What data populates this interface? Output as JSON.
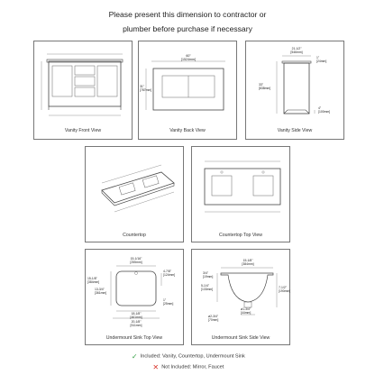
{
  "header": {
    "line1": "Please present this dimension to contractor or",
    "line2": "plumber before purchase if necessary"
  },
  "panels": {
    "front": {
      "caption": "Vanity Front View"
    },
    "back": {
      "caption": "Vanity Back View"
    },
    "side": {
      "caption": "Vanity Side View"
    },
    "countertop": {
      "caption": "Countertop"
    },
    "countertop_top": {
      "caption": "Countertop Top View"
    },
    "sink_top": {
      "caption": "Undermount Sink Top View"
    },
    "sink_side": {
      "caption": "Undermount Sink Side View"
    }
  },
  "dims": {
    "back_width": "60\"",
    "back_width_mm": "[1524mm]",
    "back_height": "31\"",
    "back_height_mm": "[787mm]",
    "side_top": "21-1/2\"",
    "side_top_mm": "[546mm]",
    "side_lip": "1\"",
    "side_lip_mm": "[24mm]",
    "side_height": "33\"",
    "side_height_mm": "[838mm]",
    "side_toe": "4\"",
    "side_toe_mm": "[100mm]",
    "sink_w1": "15-1/16\"",
    "sink_w1_mm": "[255mm]",
    "sink_h1": "15-1/8\"",
    "sink_h1_mm": "[384mm]",
    "sink_h2": "13-3/4\"",
    "sink_h2_mm": "[361mm]",
    "sink_r": "4-7/8\"",
    "sink_r_mm": "[124mm]",
    "sink_1": "1\"",
    "sink_1_mm": "[25mm]",
    "sink_w2": "18-1/8\"",
    "sink_w2_mm": "[461mm]",
    "sink_w3": "20-1/8\"",
    "sink_w3_mm": "[511mm]",
    "ss_top": "15-1/8\"",
    "ss_top_mm": "[384mm]",
    "ss_a": "3/4\"",
    "ss_a_mm": "[19mm]",
    "ss_b": "5-1/4\"",
    "ss_b_mm": "[133mm]",
    "ss_c": "7-1/2\"",
    "ss_c_mm": "[190mm]",
    "ss_d": "ø1-3/4\"",
    "ss_d_mm": "[44mm]",
    "ss_e": "ø2-3/4\"",
    "ss_e_mm": "[70mm]"
  },
  "footer": {
    "included_icon": "check-icon",
    "included": "Included: Vanity, Countertop, Undermount Sink",
    "not_included_icon": "cross-icon",
    "not_included": "Not Included: Mirror, Faucet"
  },
  "colors": {
    "check": "#3aa24a",
    "cross": "#d9342b",
    "line": "#444444"
  }
}
